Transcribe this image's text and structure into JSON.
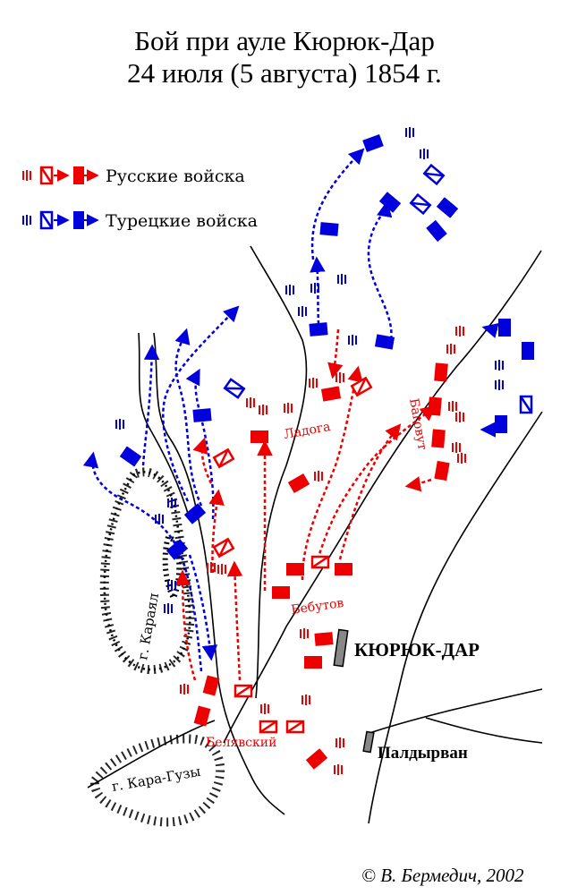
{
  "title": {
    "line1": "Бой при ауле Кюрюк-Дар",
    "line2": "24 июля (5 августа) 1854 г."
  },
  "legend": {
    "russian": {
      "label": "Русские войска",
      "color": "#ee0000"
    },
    "turkish": {
      "label": "Турецкие войска",
      "color": "#0000dd"
    }
  },
  "map_labels": {
    "karayal": "г. Караял",
    "karaguzy": "г. Кара-Гузы",
    "kuryukdar": "КЮРЮК-ДАР",
    "paldyrvan": "Палдырван",
    "ladoga": "Ладога",
    "bagovut": "Баговут",
    "bebutov": "Бебутов",
    "belyavsky": "Белявский"
  },
  "credit": "© В. Бермедич, 2002",
  "colors": {
    "russian": "#ee0000",
    "turkish": "#0000dd",
    "terrain": "#000000"
  }
}
